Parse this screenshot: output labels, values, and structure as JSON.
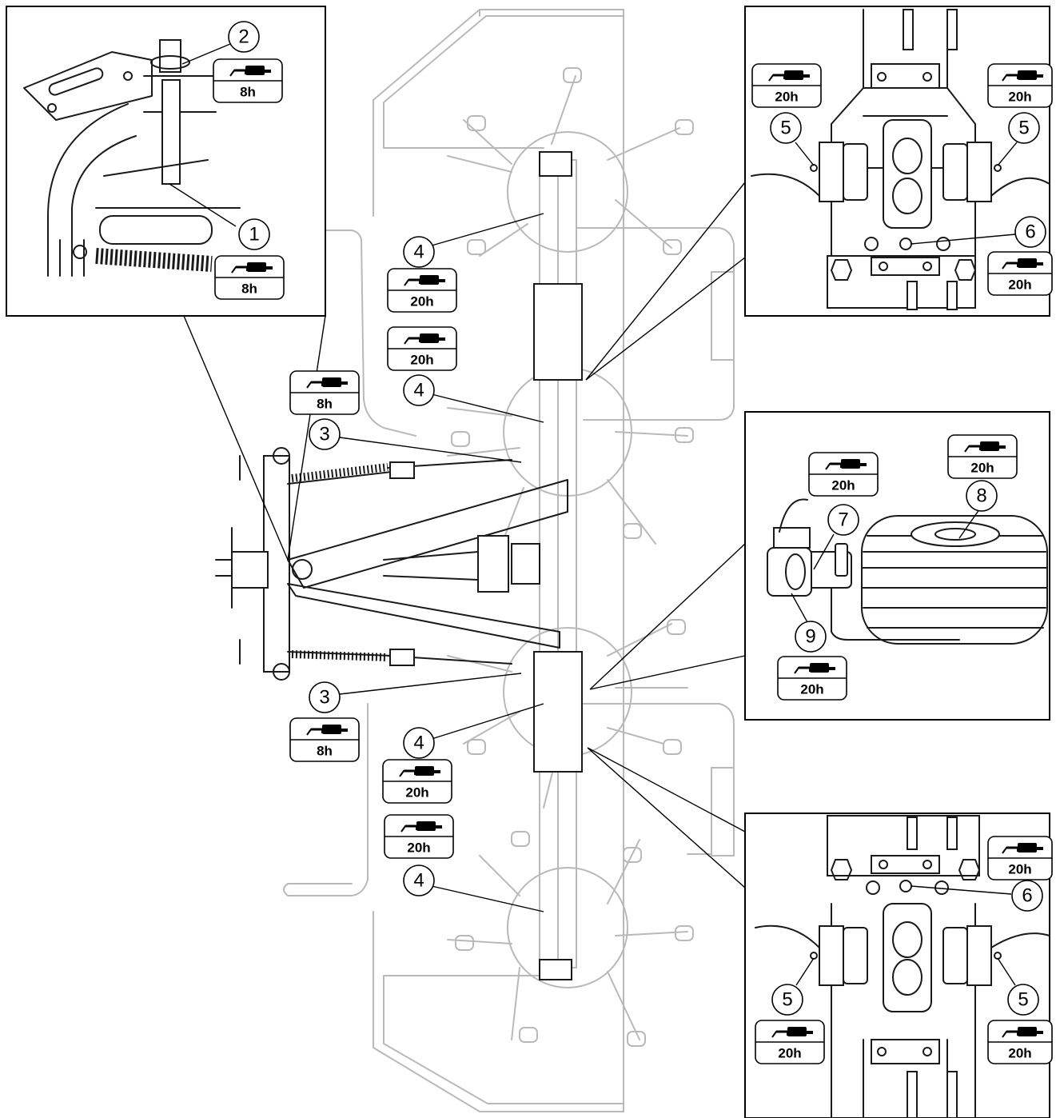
{
  "diagram": {
    "callouts": [
      "1",
      "2",
      "3",
      "4",
      "5",
      "6",
      "7",
      "8",
      "9"
    ],
    "intervals": {
      "short": "8h",
      "long": "20h"
    },
    "icons": {
      "badge": "grease-gun-icon",
      "callout": "circled-number"
    },
    "colors": {
      "line": "#000000",
      "machine_ghost": "#b9b9b9",
      "background": "#ffffff"
    }
  }
}
